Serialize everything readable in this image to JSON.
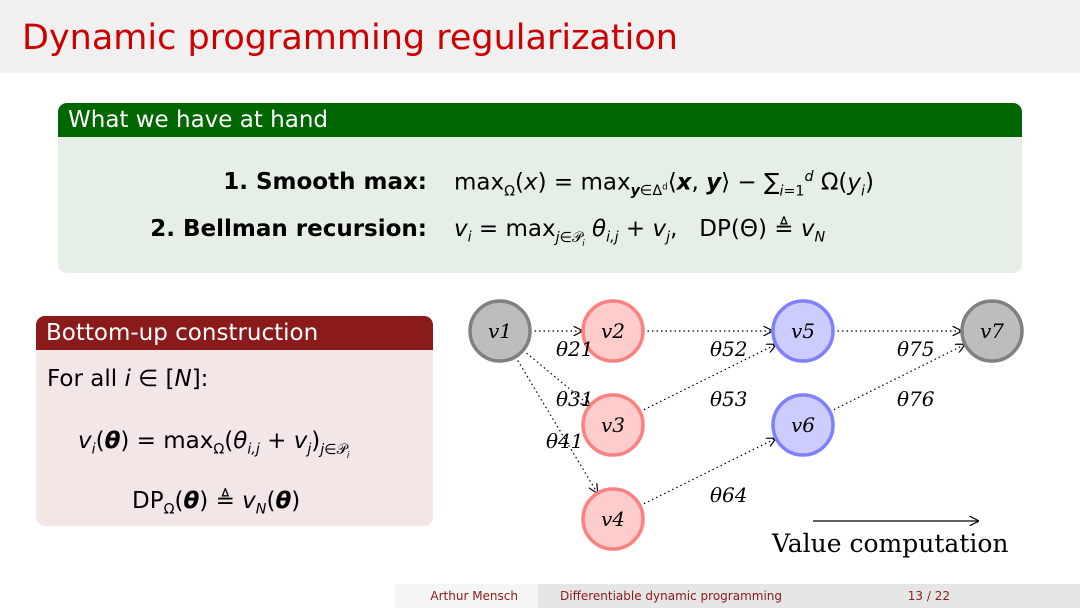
{
  "title": "Dynamic programming regularization",
  "block_have": {
    "header": "What we have at hand",
    "item1_label": "1. Smooth max:",
    "item1_formula": "maxΩ(x) = max_{y∈Δ^d}⟨x, y⟩ − ∑_{i=1}^{d} Ω(y_i)",
    "item2_label": "2. Bellman recursion:",
    "item2_formula": "v_i = max_{j∈P_i} θ_{i,j} + v_j,   DP(Θ) ≜ v_N"
  },
  "block_bottom_up": {
    "header": "Bottom-up construction",
    "line1": "For all i ∈ [N]:",
    "eq1": "v_i(θ) = maxΩ(θ_{i,j} + v_j)_{j∈P_i}",
    "eq2": "DPΩ(θ) ≜ v_N(θ)"
  },
  "graph": {
    "nodes": [
      {
        "id": "v1",
        "label": "v1",
        "color": "gray"
      },
      {
        "id": "v2",
        "label": "v2",
        "color": "red"
      },
      {
        "id": "v3",
        "label": "v3",
        "color": "red"
      },
      {
        "id": "v4",
        "label": "v4",
        "color": "red"
      },
      {
        "id": "v5",
        "label": "v5",
        "color": "blue"
      },
      {
        "id": "v6",
        "label": "v6",
        "color": "blue"
      },
      {
        "id": "v7",
        "label": "v7",
        "color": "gray"
      }
    ],
    "edges": [
      {
        "from": "v1",
        "to": "v2",
        "label": "θ21"
      },
      {
        "from": "v1",
        "to": "v3",
        "label": "θ31"
      },
      {
        "from": "v1",
        "to": "v4",
        "label": "θ41"
      },
      {
        "from": "v2",
        "to": "v5",
        "label": "θ52"
      },
      {
        "from": "v3",
        "to": "v5",
        "label": "θ53"
      },
      {
        "from": "v4",
        "to": "v6",
        "label": "θ64"
      },
      {
        "from": "v5",
        "to": "v7",
        "label": "θ75"
      },
      {
        "from": "v6",
        "to": "v7",
        "label": "θ76"
      }
    ],
    "caption": "Value computation"
  },
  "colors": {
    "title": "#cc0000",
    "green_header": "#006600",
    "red_header": "#8b1a1a",
    "node_gray_fill": "#bdbdbd",
    "node_gray_stroke": "#808080",
    "node_red_fill": "#ffcccc",
    "node_red_stroke": "#ff8080",
    "node_blue_fill": "#ccccff",
    "node_blue_stroke": "#8080ff"
  },
  "footer": {
    "author": "Arthur Mensch",
    "talk_title": "Differentiable dynamic programming",
    "page": "13 / 22"
  }
}
